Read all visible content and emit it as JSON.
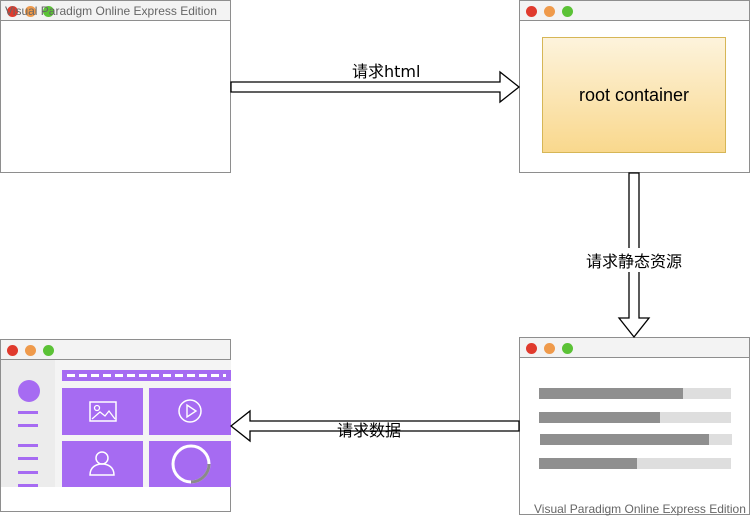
{
  "watermark": "Visual Paradigm Online Express Edition",
  "root_container_label": "root container",
  "arrow_labels": {
    "request_html": "请求html",
    "request_static": "请求静态资源",
    "request_data": "请求数据"
  },
  "skeleton_bars": [
    {
      "fill_fraction": 0.75
    },
    {
      "fill_fraction": 0.63
    },
    {
      "fill_fraction": 0.88
    },
    {
      "fill_fraction": 0.51
    }
  ],
  "app_icons": [
    "image-icon",
    "play-icon",
    "user-icon",
    "loading-ring-icon"
  ],
  "colors": {
    "accent_purple": "#a66bf2",
    "root_border": "#d6b656",
    "bar_fill": "#8f8f8f",
    "bar_bg": "#dedede"
  }
}
